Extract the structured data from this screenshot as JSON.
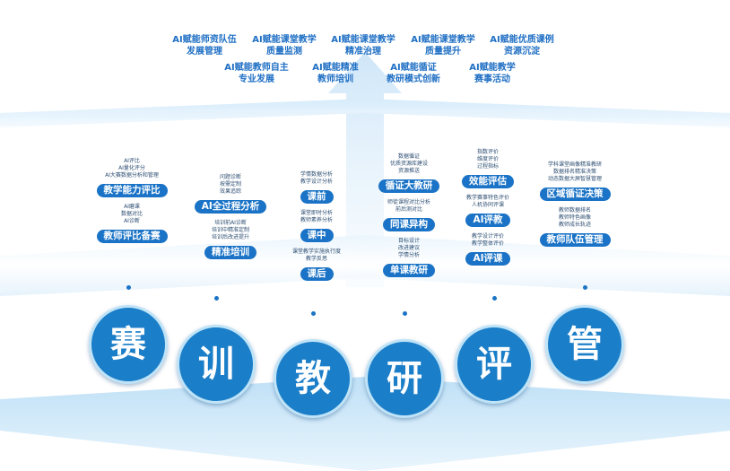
{
  "goals": [
    {
      "line1": "AI赋能师资队伍",
      "line2": "发展管理"
    },
    {
      "line1": "AI赋能课堂教学",
      "line2": "质量监测"
    },
    {
      "line1": "AI赋能课堂教学",
      "line2": "精准治理"
    },
    {
      "line1": "AI赋能课堂教学",
      "line2": "质量提升"
    },
    {
      "line1": "AI赋能优质课例",
      "line2": "资源沉淀"
    },
    {
      "line1": "AI赋能教师自主",
      "line2": "专业发展"
    },
    {
      "line1": "AI赋能精准",
      "line2": "教师培训"
    },
    {
      "line1": "AI赋能循证",
      "line2": "教研模式创新"
    },
    {
      "line1": "AI赋能教学",
      "line2": "赛事活动"
    }
  ],
  "columns": [
    {
      "groups": [
        {
          "items": [
            "AI评比",
            "AI量化评分",
            "AI大赛数据分析和管理"
          ],
          "label": "教学能力评比"
        },
        {
          "items": [
            "AI磨课",
            "数据对比",
            "AI诊断"
          ],
          "label": "教师评比备赛"
        }
      ]
    },
    {
      "groups": [
        {
          "items": [
            "问题诊断",
            "按需定制",
            "效果追踪"
          ],
          "label": "AI全过程分析"
        },
        {
          "items": [
            "培训前AI诊断",
            "培训中精准定制",
            "培训后改进提升"
          ],
          "label": "精准培训"
        }
      ]
    },
    {
      "groups": [
        {
          "items": [
            "学情数据分析",
            "教学设计分析"
          ],
          "label": "课前"
        },
        {
          "items": [
            "课堂即时分析",
            "教师素养分析"
          ],
          "label": "课中"
        },
        {
          "items": [
            "课堂教学实施执行度",
            "教学反思"
          ],
          "label": "课后"
        }
      ]
    },
    {
      "groups": [
        {
          "items": [
            "数据循证",
            "优质资源库建设",
            "资源推送"
          ],
          "label": "循证大教研"
        },
        {
          "items": [
            "师徒课程对比分析",
            "前后测对比"
          ],
          "label": "同课异构"
        },
        {
          "items": [
            "目标设计",
            "改进建议",
            "学情分析"
          ],
          "label": "单课教研"
        }
      ]
    },
    {
      "groups": [
        {
          "items": [
            "指数评价",
            "维度评价",
            "过程指标"
          ],
          "label": "效能评估"
        },
        {
          "items": [
            "教学赛事特色评价",
            "人机协同评课"
          ],
          "label": "AI评教"
        },
        {
          "items": [
            "教学设计评价",
            "教学整体评价"
          ],
          "label": "AI评课"
        }
      ]
    },
    {
      "groups": [
        {
          "items": [
            "学科课堂画像精准教研",
            "数据排名精准决策",
            "动态数据大屏智慧管理"
          ],
          "label": "区域循证决策"
        },
        {
          "items": [
            "教师数据排名",
            "教师特色画像",
            "教师成长轨迹"
          ],
          "label": "教师队伍管理"
        }
      ]
    }
  ],
  "pillars": [
    "赛",
    "训",
    "教",
    "研",
    "评",
    "管"
  ],
  "colors": {
    "accent": "#1a73c6",
    "goal_text": "#1f6fc4",
    "light_band": "#d8ecfa",
    "circle_ring": "#bfe3f7"
  }
}
